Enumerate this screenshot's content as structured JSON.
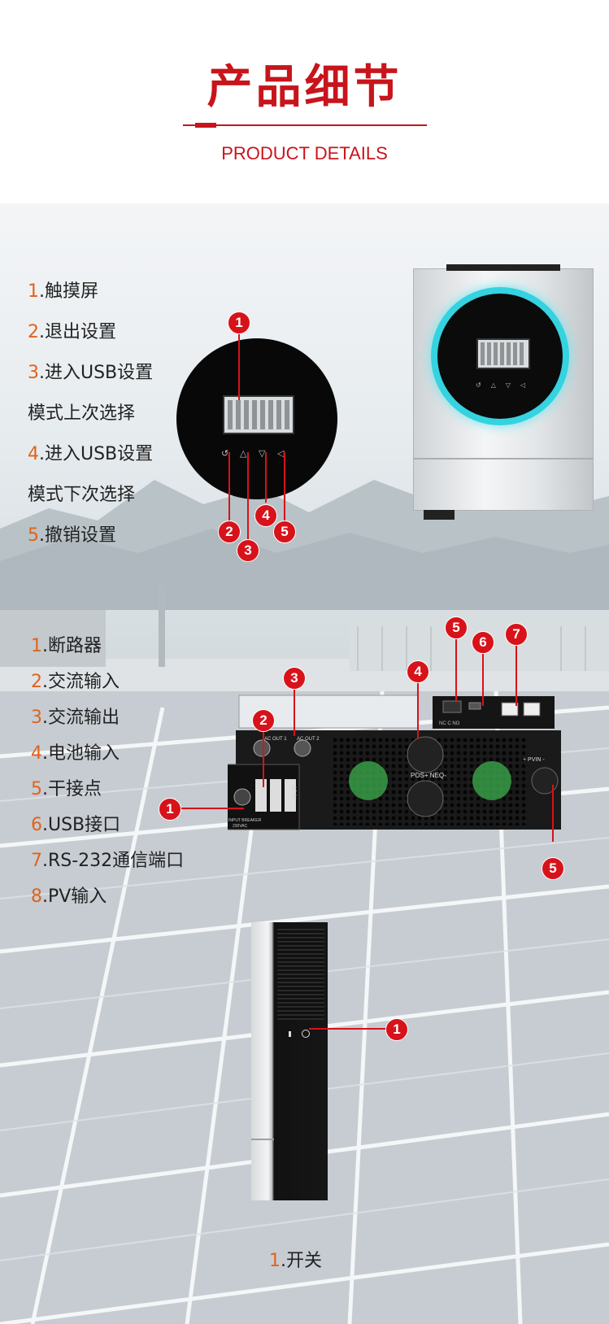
{
  "header": {
    "title": "产品细节",
    "subtitle": "PRODUCT DETAILS"
  },
  "front_panel": {
    "items": [
      {
        "num": "1",
        "label": ".触摸屏"
      },
      {
        "num": "2",
        "label": ".退出设置"
      },
      {
        "num": "3",
        "label": ".进入USB设置"
      },
      {
        "num": "",
        "label": "模式上次选择"
      },
      {
        "num": "4",
        "label": ".进入USB设置"
      },
      {
        "num": "",
        "label": "模式下次选择"
      },
      {
        "num": "5",
        "label": ".撤销设置"
      }
    ],
    "callouts": [
      "1",
      "2",
      "3",
      "4",
      "5"
    ]
  },
  "bottom_panel": {
    "items": [
      {
        "num": "1",
        "label": ".断路器"
      },
      {
        "num": "2",
        "label": ".交流输入"
      },
      {
        "num": "3",
        "label": ".交流输出"
      },
      {
        "num": "4",
        "label": ".电池输入"
      },
      {
        "num": "5",
        "label": ".干接点"
      },
      {
        "num": "6",
        "label": ".USB接口"
      },
      {
        "num": "7",
        "label": ".RS-232通信端口"
      },
      {
        "num": "8",
        "label": ".PV输入"
      }
    ],
    "callouts": [
      "1",
      "2",
      "3",
      "4",
      "5",
      "6",
      "7",
      "5"
    ],
    "device_labels": {
      "pos_neg": "POS+ NEQ-",
      "pvin": "+ PVIN -",
      "breaker": "INPUT BREAKER",
      "breaker_rating": "230VAC",
      "ac_in": "AC IN",
      "ac_out_1": "AC OUT 1",
      "ac_out_2": "AC OUT 2",
      "dry": "NC C NO"
    }
  },
  "side_panel": {
    "items": [
      {
        "num": "1",
        "label": ".开关"
      }
    ],
    "callouts": [
      "1"
    ]
  },
  "colors": {
    "accent": "#c8141c",
    "number": "#e0631c",
    "badge": "#d8121a",
    "ring": "#35d2e0"
  }
}
